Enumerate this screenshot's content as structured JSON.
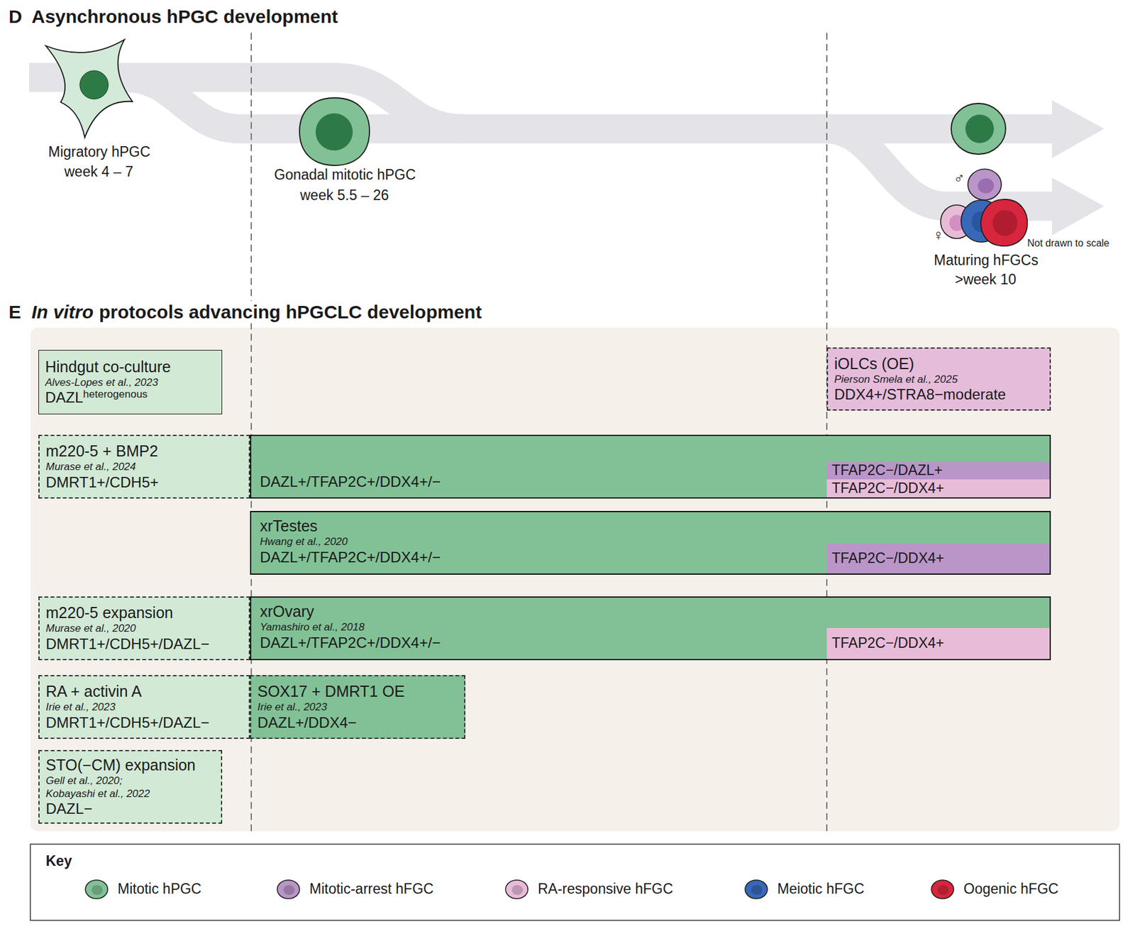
{
  "diagram": {
    "nodes": [
      {
        "text": [
          "Hindgut co-culture",
          "Alves-Lopes et al., 2023",
          "DAZL",
          "heterogenous"
        ]
      },
      {
        "text": [
          "iOLCs (OE)",
          "Pierson Smela et al., 2025",
          "DDX4+/STRA8−moderate"
        ]
      },
      {
        "text": [
          "m220-5 + BMP2",
          "Murase et al., 2024",
          "DMRT1+/CDH5+"
        ]
      },
      {
        "text": [
          "DAZL+/TFAP2C+/DDX4+/−"
        ]
      },
      {
        "text": [
          "TFAP2C−/DAZL+"
        ],
        "in": 3
      },
      {
        "text": [
          "TFAP2C−/DDX4+"
        ],
        "in": 3
      },
      {
        "text": [
          "xrTestes",
          "Hwang et al., 2020",
          "DAZL+/TFAP2C+/DDX4+/−"
        ]
      },
      {
        "text": [
          "TFAP2C−/DDX4+"
        ],
        "in": 6
      },
      {
        "text": [
          "m220-5 expansion",
          "Murase et al., 2020",
          "DMRT1+/CDH5+/DAZL−"
        ]
      },
      {
        "text": [
          "xrOvary",
          "Yamashiro et al., 2018",
          "DAZL+/TFAP2C+/DDX4+/−"
        ]
      },
      {
        "text": [
          "TFAP2C−/DDX4+"
        ],
        "in": 9
      },
      {
        "text": [
          "RA + activin A",
          "Irie et al., 2023",
          "DMRT1+/CDH5+/DAZL−"
        ]
      },
      {
        "text": [
          "SOX17 + DMRT1 OE",
          "Irie et al., 2023",
          "DAZL+/DDX4−"
        ]
      },
      {
        "text": [
          "STO(−CM) expansion",
          "Gell et al., 2020; Kobayashi et al., 2022",
          "DAZL−"
        ]
      }
    ],
    "labels": [
      "D",
      "Asynchronous hPGC development",
      "Migratory hPGC",
      "week 4 – 7",
      "Gonadal mitotic hPGC",
      "week 5.5 – 26",
      "♂",
      "♀",
      "Not drawn to scale",
      "Maturing hFGCs",
      ">week 10",
      "E",
      "In vitro",
      "protocols advancing hPGCLC development",
      "Key"
    ],
    "legend": [
      {
        "text": "Mitotic hPGC",
        "color": "#82c196"
      },
      {
        "text": "Mitotic-arrest hFGC",
        "color": "#b995c8"
      },
      {
        "text": "RA-responsive hFGC",
        "color": "#e8bcd9"
      },
      {
        "text": "Meiotic hFGC",
        "color": "#3868b8"
      },
      {
        "text": "Oogenic hFGC",
        "color": "#d7263d"
      }
    ]
  }
}
